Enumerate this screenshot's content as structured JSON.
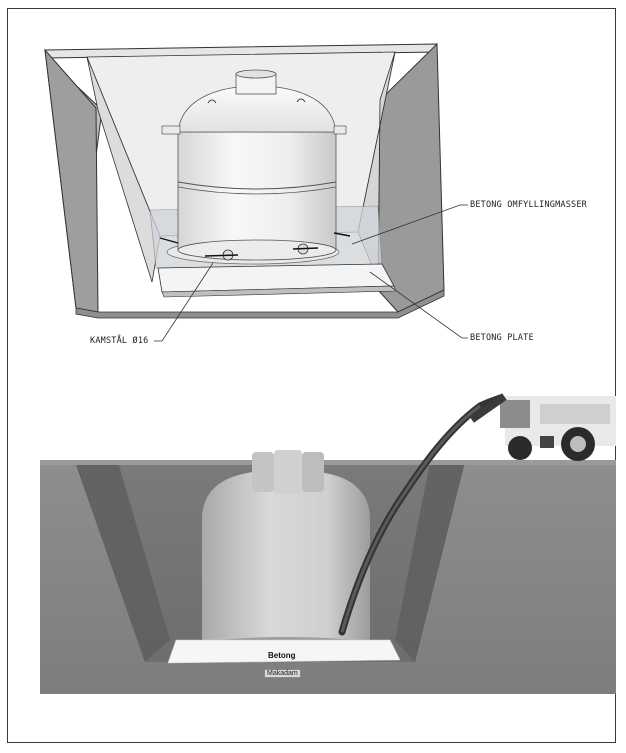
{
  "top_drawing": {
    "callouts": {
      "fill_masses": "BETONG OMFYLLINGMASSER",
      "plate": "BETONG PLATE",
      "rebar": "KAMSTÅL Ø16"
    }
  },
  "bottom_render": {
    "plate_label": "Betong",
    "gravel_label": "Makadam"
  },
  "colors": {
    "wall_face": "#d2d2d2",
    "wall_inner": "#9a9a9a",
    "tank": "#eeeeee",
    "soil": "#8a8a8a",
    "plate": "#f2f2f2"
  }
}
